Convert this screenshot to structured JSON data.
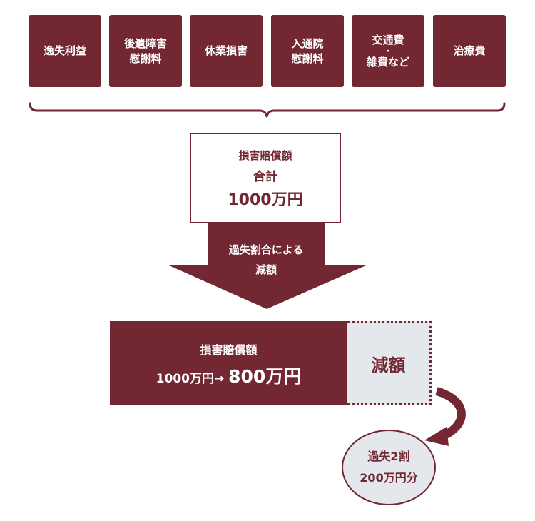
{
  "damage_items": [
    {
      "lines": [
        "逸失利益"
      ]
    },
    {
      "lines": [
        "後遺障害",
        "慰謝料"
      ]
    },
    {
      "lines": [
        "休業損害"
      ]
    },
    {
      "lines": [
        "入通院",
        "慰謝料"
      ]
    },
    {
      "lines": [
        "交通費",
        "・",
        "雑費など"
      ]
    },
    {
      "lines": [
        "治療費"
      ]
    }
  ],
  "total": {
    "label": "損害賠償額",
    "sum_label": "合計",
    "amount": "1000万円"
  },
  "arrow": {
    "line1": "過失割合による",
    "line2": "減額"
  },
  "result": {
    "label": "損害賠償額",
    "before": "1000万円→",
    "after": "800万円"
  },
  "reduction": {
    "label": "減額"
  },
  "fault_circle": {
    "line1": "過失2割",
    "line2": "200万円分"
  },
  "colors": {
    "primary": "#722733",
    "light_gray": "#e4e8ec",
    "white": "#ffffff"
  }
}
